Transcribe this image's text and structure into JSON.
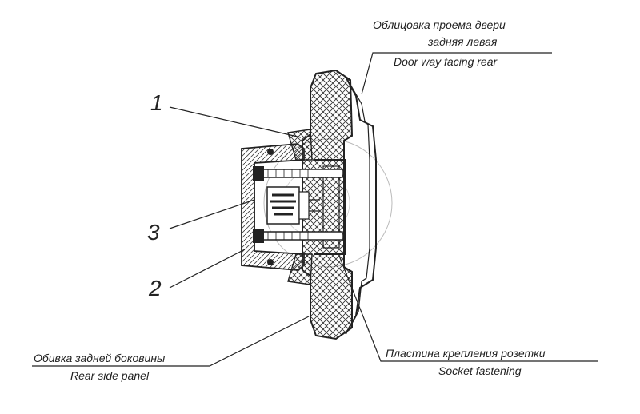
{
  "callouts": {
    "door_facing_ru_1": "Облицовка проема двери",
    "door_facing_ru_2": "задняя левая",
    "door_facing_en": "Door way facing rear",
    "socket_plate_ru": "Пластина крепления розетки",
    "socket_plate_en": "Socket fastening",
    "rear_panel_ru": "Обивка задней боковины",
    "rear_panel_en": "Rear side panel"
  },
  "part_numbers": {
    "n1": "1",
    "n2": "2",
    "n3": "3"
  },
  "colors": {
    "line": "#222222",
    "hatch": "#444444",
    "background": "#ffffff"
  }
}
